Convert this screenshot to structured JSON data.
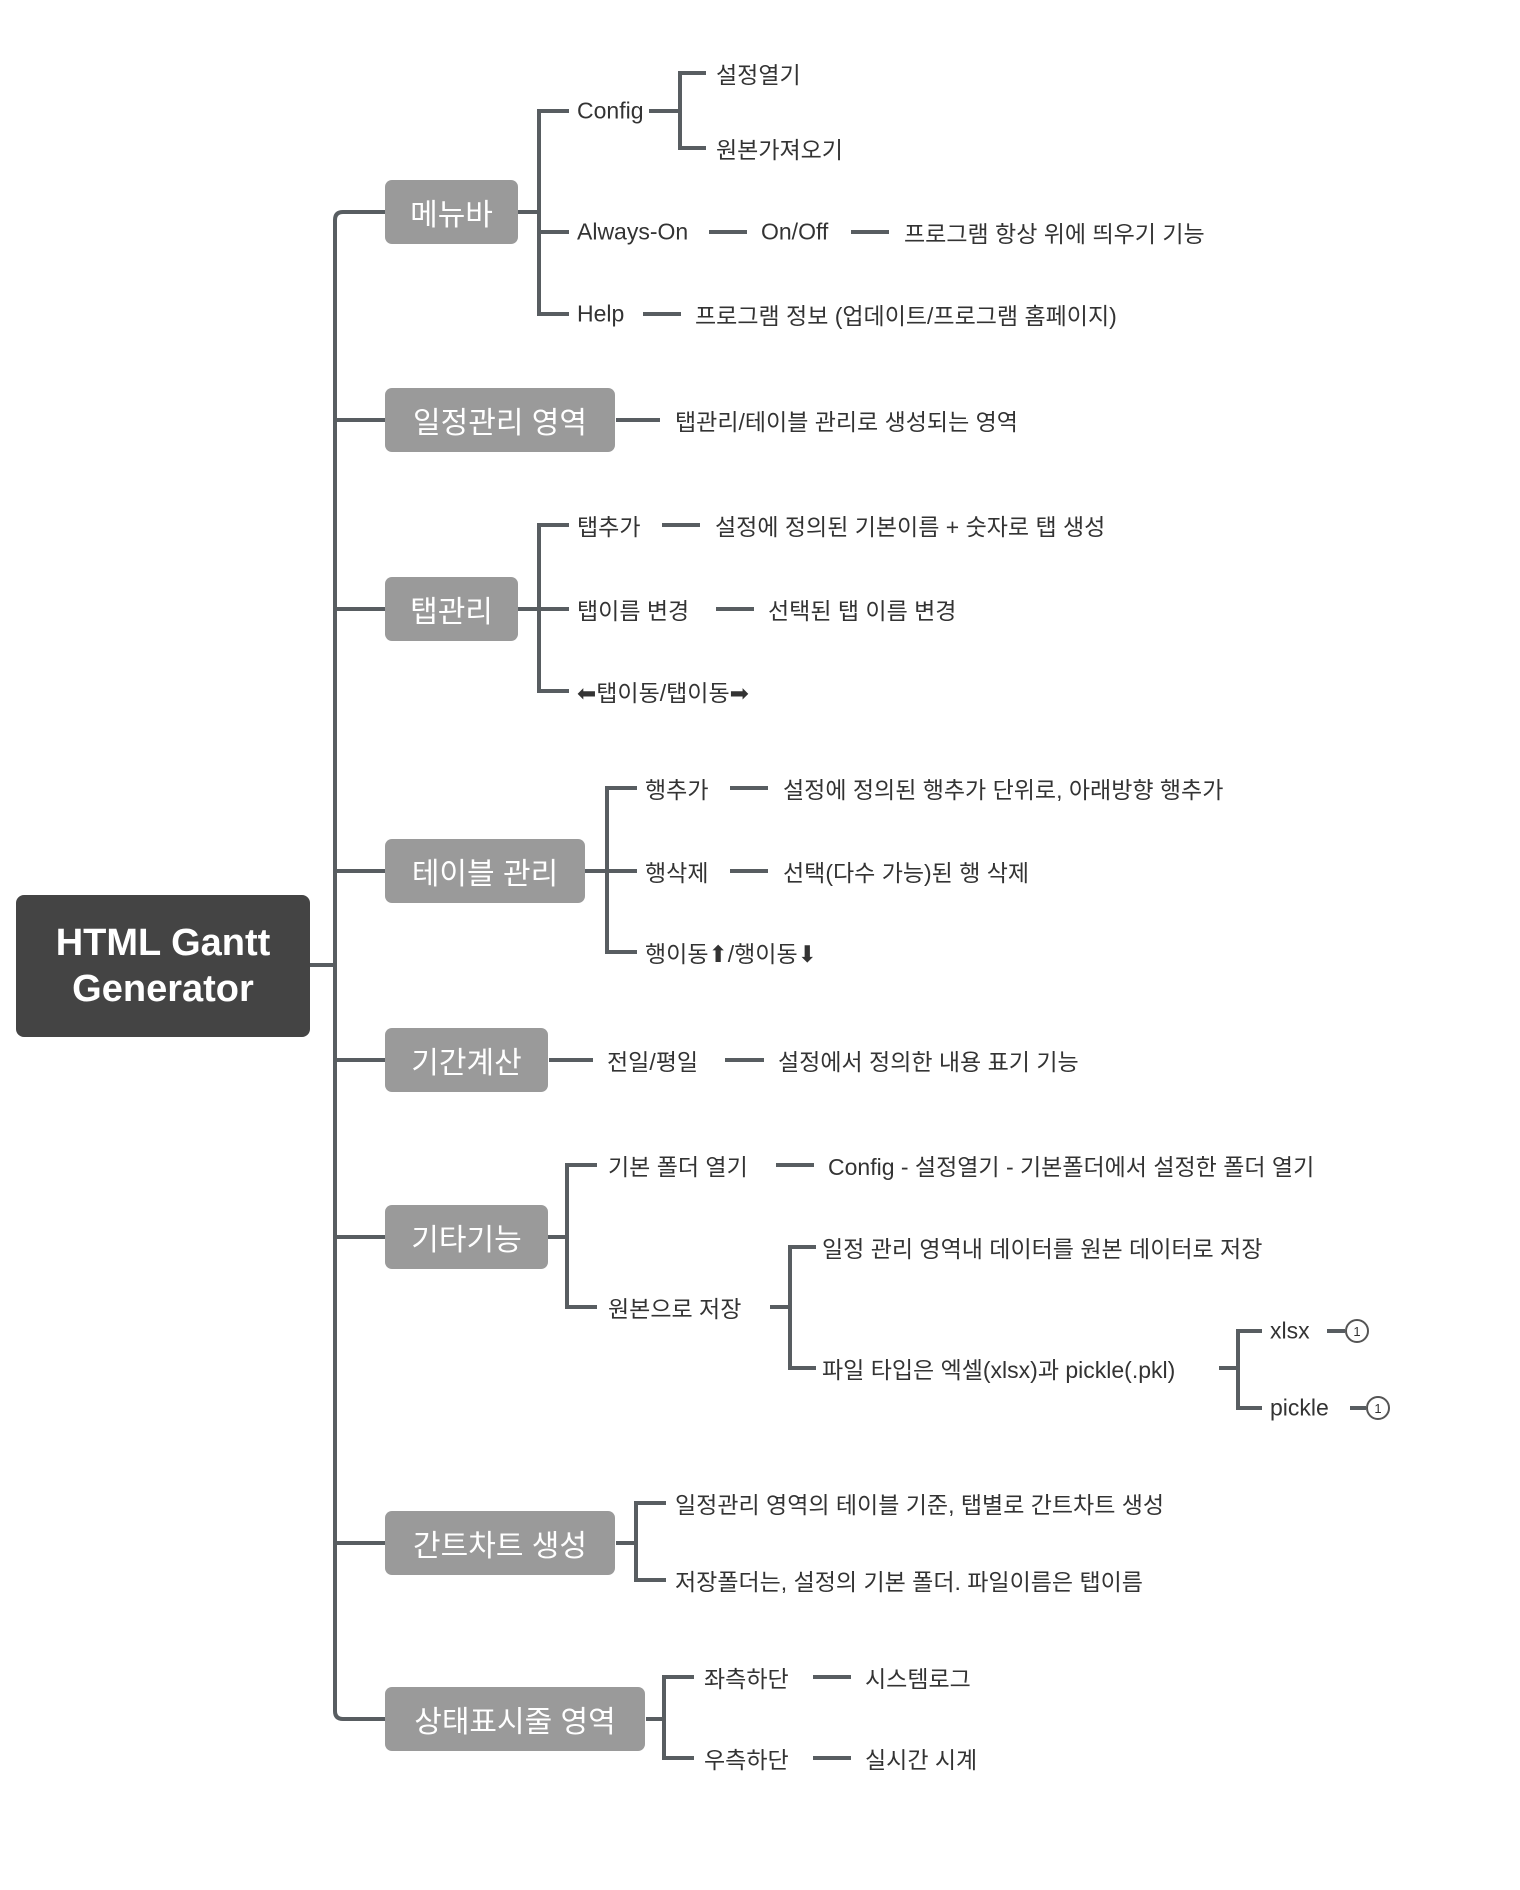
{
  "root": {
    "line1": "HTML Gantt",
    "line2": "Generator"
  },
  "branches": {
    "menubar": {
      "label": "메뉴바",
      "config": {
        "label": "Config",
        "children": [
          "설정열기",
          "원본가져오기"
        ]
      },
      "always_on": {
        "label": "Always-On",
        "mid": "On/Off",
        "desc": "프로그램 항상 위에 띄우기 기능"
      },
      "help": {
        "label": "Help",
        "desc": "프로그램 정보 (업데이트/프로그램 홈페이지)"
      }
    },
    "schedule": {
      "label": "일정관리 영역",
      "desc": "탭관리/테이블 관리로 생성되는 영역"
    },
    "tabs": {
      "label": "탭관리",
      "add": {
        "label": "탭추가",
        "desc": "설정에 정의된 기본이름 + 숫자로 탭 생성"
      },
      "rename": {
        "label": "탭이름 변경",
        "desc": "선택된 탭 이름 변경"
      },
      "move": {
        "label": "⬅탭이동/탭이동➡"
      }
    },
    "table": {
      "label": "테이블 관리",
      "add": {
        "label": "행추가",
        "desc": "설정에 정의된 행추가 단위로, 아래방향 행추가"
      },
      "delete": {
        "label": "행삭제",
        "desc": "선택(다수 가능)된 행 삭제"
      },
      "move": {
        "label": "행이동⬆/행이동⬇"
      }
    },
    "period": {
      "label": "기간계산",
      "mid": "전일/평일",
      "desc": "설정에서 정의한 내용 표기 기능"
    },
    "etc": {
      "label": "기타기능",
      "open_folder": {
        "label": "기본 폴더 열기",
        "desc": "Config - 설정열기 - 기본폴더에서 설정한 폴더 열기"
      },
      "save": {
        "label": "원본으로 저장",
        "desc1": "일정 관리 영역내 데이터를 원본 데이터로 저장",
        "desc2": "파일 타입은 엑셀(xlsx)과 pickle(.pkl)",
        "types": [
          {
            "label": "xlsx",
            "badge": "1"
          },
          {
            "label": "pickle",
            "badge": "1"
          }
        ]
      }
    },
    "gantt": {
      "label": "간트차트 생성",
      "children": [
        "일정관리 영역의 테이블 기준, 탭별로 간트차트 생성",
        "저장폴더는, 설정의 기본 폴더. 파일이름은 탭이름"
      ]
    },
    "statusbar": {
      "label": "상태표시줄 영역",
      "left": {
        "label": "좌측하단",
        "desc": "시스템로그"
      },
      "right": {
        "label": "우측하단",
        "desc": "실시간 시계"
      }
    }
  },
  "colors": {
    "root": "#444444",
    "branch": "#9a9a9a",
    "line": "#585d61"
  }
}
